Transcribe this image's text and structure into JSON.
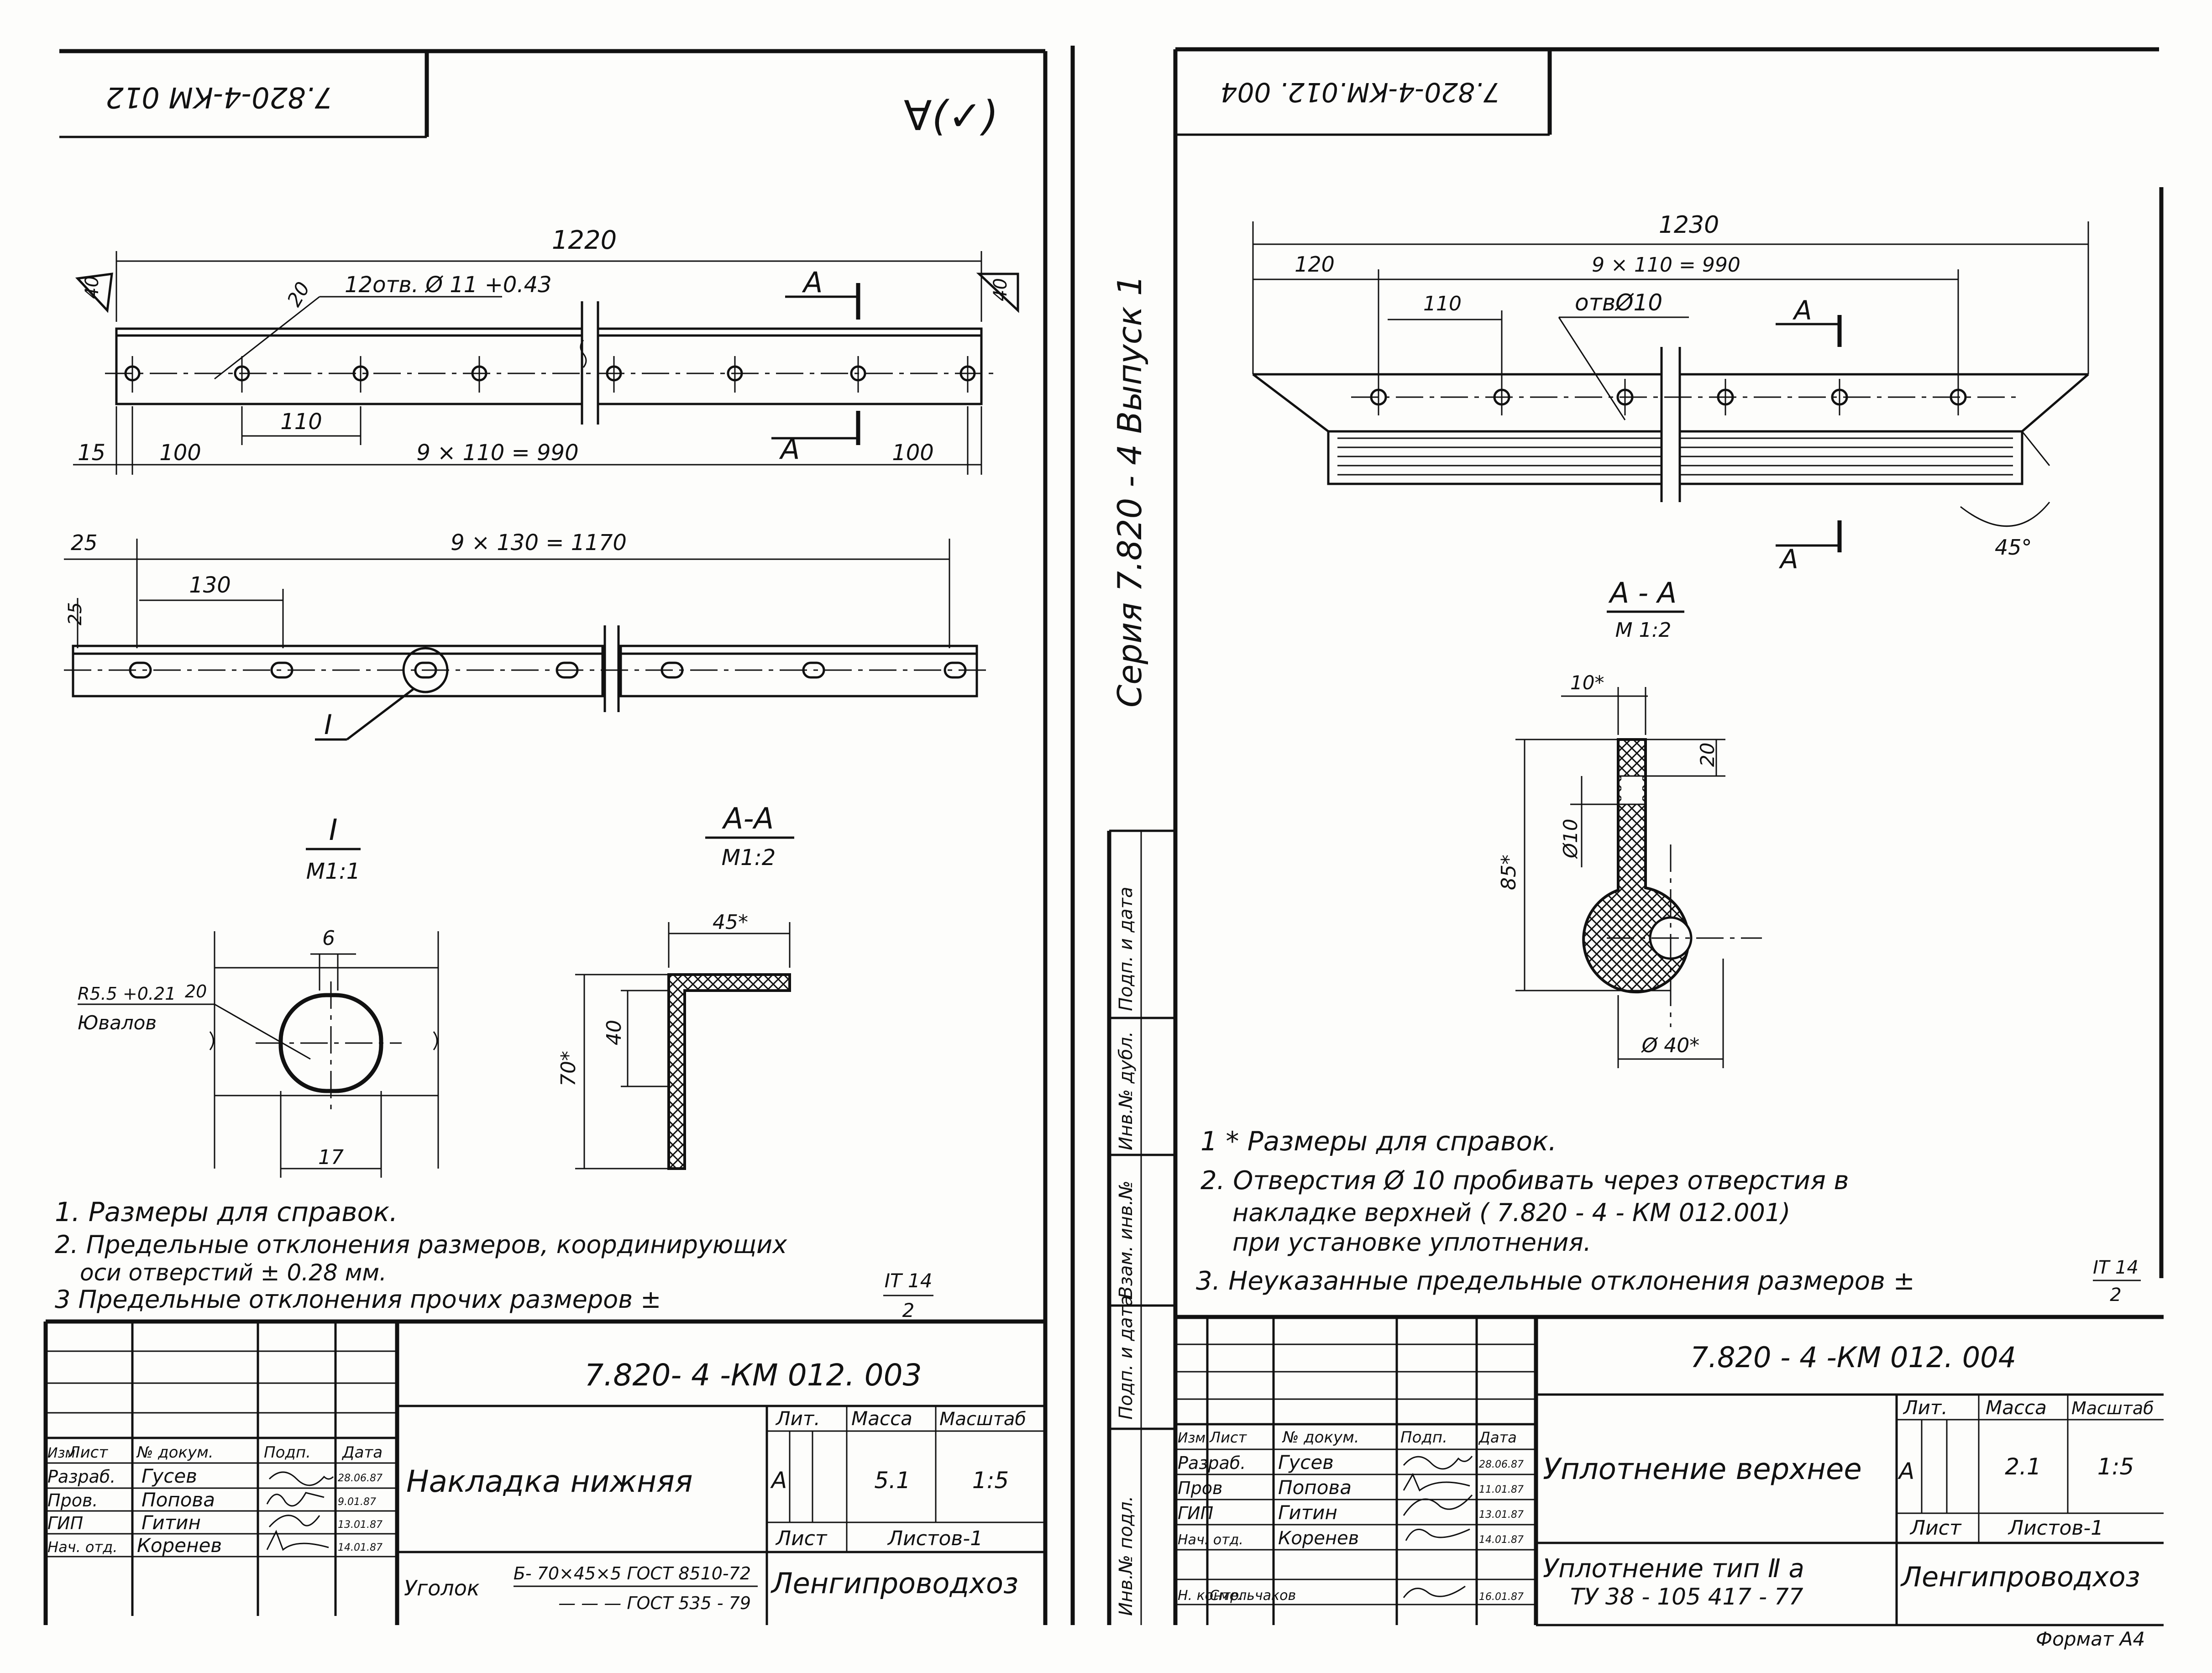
{
  "left_sheet": {
    "stamp_code": "7.820-4-КМ 012",
    "mark": "∀(✓)",
    "plan_view": {
      "overall_length": "1220",
      "holes_note": "12отв. Ø 11 +0.43",
      "angle_left": "40",
      "angle_right": "40",
      "hole_callout": "20",
      "section_mark": "А",
      "pitch": "110",
      "edge_15": "15",
      "edge_100_left": "100",
      "span": "9 × 110 = 990",
      "edge_100_right": "100"
    },
    "elevation_view": {
      "edge_25": "25",
      "span": "9 × 130 = 1170",
      "pitch": "130",
      "height_25": "25",
      "detail_ref": "I"
    },
    "detail_I": {
      "title": "I",
      "scale": "М1:1",
      "width_6": "6",
      "radius": "R5.5 +0.21",
      "radius_20": "20",
      "name": "Ювалов",
      "length_17": "17"
    },
    "section_AA": {
      "title": "А-А",
      "scale": "М1:2",
      "width": "45*",
      "height_total": "70*",
      "height_40": "40"
    },
    "notes": [
      "1. Размеры для справок.",
      "2. Предельные отклонения размеров, координирующих",
      "оси отверстий ± 0.28 мм.",
      "3 Предельные отклонения прочих размеров ± ",
      "IT 14",
      "2"
    ],
    "title_block": {
      "doc_code": "7.820- 4 -КМ 012. 003",
      "headers": [
        "Изм",
        "Лист",
        "№ докум.",
        "Подп.",
        "Дата"
      ],
      "rows": [
        [
          "Разраб.",
          "Гусев"
        ],
        [
          "Пров.",
          "Попова"
        ],
        [
          "ГИП",
          "Гитин"
        ],
        [
          "Нач. отд.",
          "Коренев"
        ]
      ],
      "dates": [
        "28.06.87",
        "9.01.87",
        "13.01.87",
        "14.01.87"
      ],
      "name": "Накладка нижняя",
      "lit_label": "Лит.",
      "mass_label": "Масса",
      "scale_label": "Масштаб",
      "lit": "А",
      "mass": "5.1",
      "scale": "1:5",
      "sheet_label": "Лист",
      "sheets_label": "Листов-1",
      "material_name": "Уголок",
      "material_spec": "Б- 70×45×5 ГОСТ 8510-72",
      "material_spec2": "— — — ГОСТ 535 - 79",
      "company": "Ленгипроводхоз"
    }
  },
  "divider": {
    "series_text": "Серия 7.820 - 4 Выпуск 1",
    "strip_labels": [
      "Инв.№ подл.",
      "Подп. и дата",
      "Взам. инв.№",
      "Инв.№ дубл.",
      "Подп. и дата"
    ]
  },
  "right_sheet": {
    "stamp_code": "7.820-4-КМ.012. 004",
    "plan_view": {
      "overall_length": "1230",
      "edge_120": "120",
      "span": "9 × 110 = 990",
      "pitch": "110",
      "hole_note": "отвØ10",
      "section_mark": "А",
      "angle": "45°"
    },
    "section_AA": {
      "title": "А - А",
      "scale": "М 1:2",
      "thickness": "10*",
      "height_20": "20",
      "hole": "Ø10",
      "height_total": "85*",
      "diameter": "Ø 40*"
    },
    "notes": [
      "1 * Размеры для справок.",
      "2. Отверстия Ø 10 пробивать через отверстия в",
      "накладке верхней ( 7.820 - 4 - КМ 012.001)",
      "при установке уплотнения.",
      "3. Неуказанные предельные отклонения размеров ± ",
      "IT 14",
      "2"
    ],
    "title_block": {
      "doc_code": "7.820 - 4 -КМ 012. 004",
      "headers": [
        "Изм",
        "Лист",
        "№ докум.",
        "Подп.",
        "Дата"
      ],
      "rows": [
        [
          "Разраб.",
          "Гусев"
        ],
        [
          "Пров",
          "Попова"
        ],
        [
          "ГИП",
          "Гитин"
        ],
        [
          "Нач. отд.",
          "Коренев"
        ],
        [
          "Н. контр.",
          "Смельчаков"
        ]
      ],
      "dates": [
        "28.06.87",
        "11.01.87",
        "13.01.87",
        "14.01.87",
        "16.01.87"
      ],
      "name": "Уплотнение верхнее",
      "lit_label": "Лит.",
      "mass_label": "Масса",
      "scale_label": "Масштаб",
      "lit": "А",
      "mass": "2.1",
      "scale": "1:5",
      "sheet_label": "Лист",
      "sheets_label": "Листов-1",
      "material_name": "Уплотнение тип Ⅱ а",
      "material_spec": "ТУ 38 - 105 417 - 77",
      "company": "Ленгипроводхоз",
      "format": "Формат А4"
    }
  }
}
